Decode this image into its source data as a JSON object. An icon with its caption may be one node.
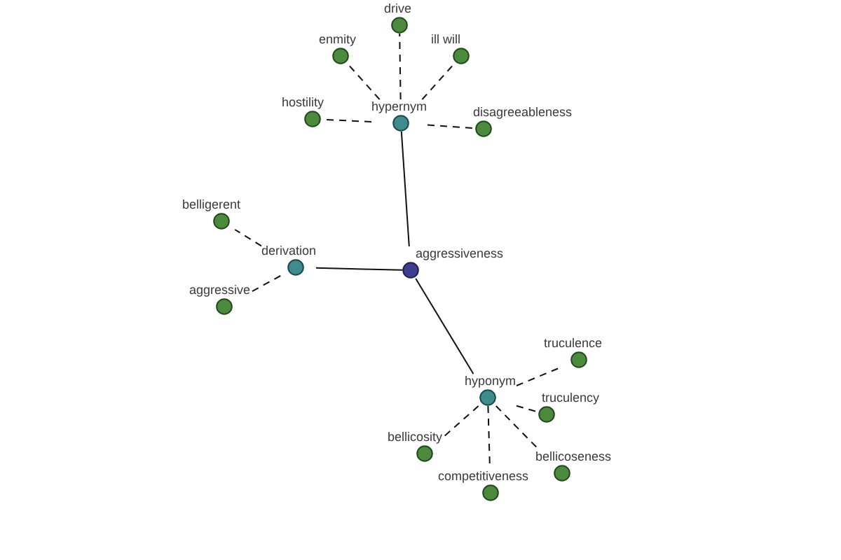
{
  "diagram": {
    "nodes": [
      {
        "text": [
          "drive"
        ]
      },
      {
        "text": [
          "enmity"
        ]
      },
      {
        "text": [
          "ill will"
        ]
      },
      {
        "text": [
          "hostility"
        ]
      },
      {
        "text": [
          "hypernym"
        ]
      },
      {
        "text": [
          "disagreeableness"
        ]
      },
      {
        "text": [
          "belligerent"
        ]
      },
      {
        "text": [
          "derivation"
        ]
      },
      {
        "text": [
          "aggressiveness"
        ]
      },
      {
        "text": [
          "aggressive"
        ]
      },
      {
        "text": [
          "truculence"
        ]
      },
      {
        "text": [
          "hyponym"
        ]
      },
      {
        "text": [
          "truculency"
        ]
      },
      {
        "text": [
          "bellicosity"
        ]
      },
      {
        "text": [
          "bellicoseness"
        ]
      },
      {
        "text": [
          "competitiveness"
        ]
      }
    ],
    "edges": [
      {
        "from": 8,
        "to": 4,
        "arrow": "none"
      },
      {
        "from": 8,
        "to": 7,
        "arrow": "none"
      },
      {
        "from": 8,
        "to": 11,
        "arrow": "none"
      },
      {
        "from": 4,
        "to": 0,
        "arrow": "none",
        "style": "dashed"
      },
      {
        "from": 4,
        "to": 1,
        "arrow": "none",
        "style": "dashed"
      },
      {
        "from": 4,
        "to": 2,
        "arrow": "none",
        "style": "dashed"
      },
      {
        "from": 4,
        "to": 3,
        "arrow": "none",
        "style": "dashed"
      },
      {
        "from": 4,
        "to": 5,
        "arrow": "none",
        "style": "dashed"
      },
      {
        "from": 7,
        "to": 6,
        "arrow": "none",
        "style": "dashed"
      },
      {
        "from": 7,
        "to": 9,
        "arrow": "none",
        "style": "dashed"
      },
      {
        "from": 11,
        "to": 10,
        "arrow": "none",
        "style": "dashed"
      },
      {
        "from": 11,
        "to": 12,
        "arrow": "none",
        "style": "dashed"
      },
      {
        "from": 11,
        "to": 13,
        "arrow": "none",
        "style": "dashed"
      },
      {
        "from": 11,
        "to": 14,
        "arrow": "none",
        "style": "dashed"
      },
      {
        "from": 11,
        "to": 15,
        "arrow": "none",
        "style": "dashed"
      }
    ]
  }
}
